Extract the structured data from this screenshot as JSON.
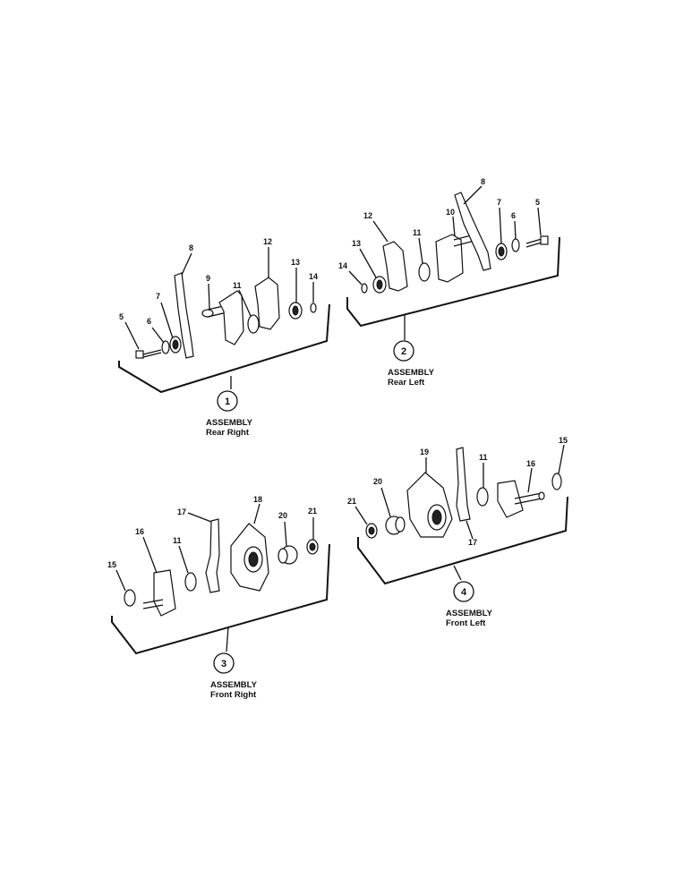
{
  "assemblies": [
    {
      "number": "1",
      "label": "ASSEMBLY",
      "sublabel": "Rear Right",
      "callouts": [
        "5",
        "6",
        "7",
        "8",
        "9",
        "11",
        "12",
        "13",
        "14"
      ]
    },
    {
      "number": "2",
      "label": "ASSEMBLY",
      "sublabel": "Rear Left",
      "callouts": [
        "14",
        "13",
        "12",
        "11",
        "10",
        "8",
        "7",
        "6",
        "5"
      ]
    },
    {
      "number": "3",
      "label": "ASSEMBLY",
      "sublabel": "Front Right",
      "callouts": [
        "15",
        "16",
        "11",
        "17",
        "18",
        "20",
        "21"
      ]
    },
    {
      "number": "4",
      "label": "ASSEMBLY",
      "sublabel": "Front Left",
      "callouts": [
        "21",
        "20",
        "19",
        "17",
        "11",
        "16",
        "15"
      ]
    }
  ]
}
